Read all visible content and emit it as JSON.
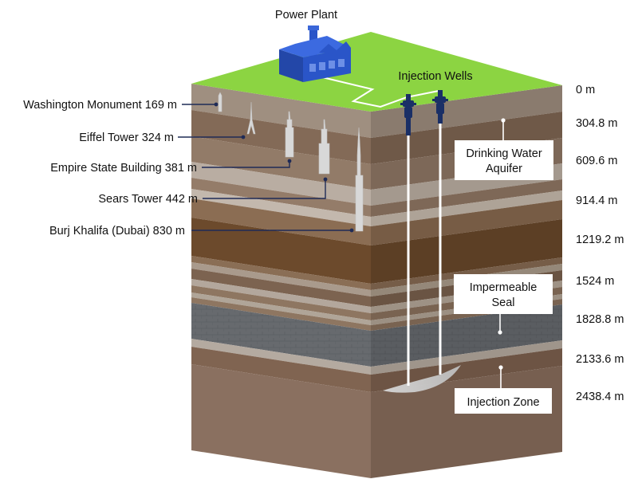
{
  "labels": {
    "power_plant": "Power Plant",
    "injection_wells": "Injection Wells"
  },
  "landmarks": [
    {
      "name": "Washington Monument",
      "height": "169 m",
      "text": "Washington Monument 169 m"
    },
    {
      "name": "Eiffel Tower",
      "height": "324 m",
      "text": "Eiffel Tower 324 m"
    },
    {
      "name": "Empire State Building",
      "height": "381 m",
      "text": "Empire State Building 381 m"
    },
    {
      "name": "Sears Tower",
      "height": "442 m",
      "text": "Sears Tower 442 m"
    },
    {
      "name": "Burj Khalifa (Dubai)",
      "height": "830 m",
      "text": "Burj Khalifa (Dubai) 830 m"
    }
  ],
  "depths": [
    "0 m",
    "304.8 m",
    "609.6 m",
    "914.4 m",
    "1219.2 m",
    "1524 m",
    "1828.8 m",
    "2133.6 m",
    "2438.4 m"
  ],
  "zones": {
    "aquifer": {
      "line1": "Drinking Water",
      "line2": "Aquifer"
    },
    "seal": {
      "line1": "Impermeable",
      "line2": "Seal"
    },
    "injection": {
      "line1": "Injection Zone"
    }
  },
  "colors": {
    "surface": "#8cd442",
    "factory": "#2a55c8",
    "well": "#1a2f66",
    "leader": "#1f2b57"
  }
}
